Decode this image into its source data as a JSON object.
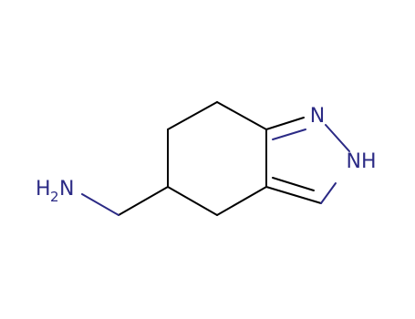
{
  "molecule": {
    "atoms": {
      "n1": "N",
      "n2": "NH",
      "amine_h": "H",
      "amine_sub": "2",
      "amine_n": "N"
    },
    "colors": {
      "bond": "#000000",
      "heteroatom": "#2b2a85"
    }
  }
}
